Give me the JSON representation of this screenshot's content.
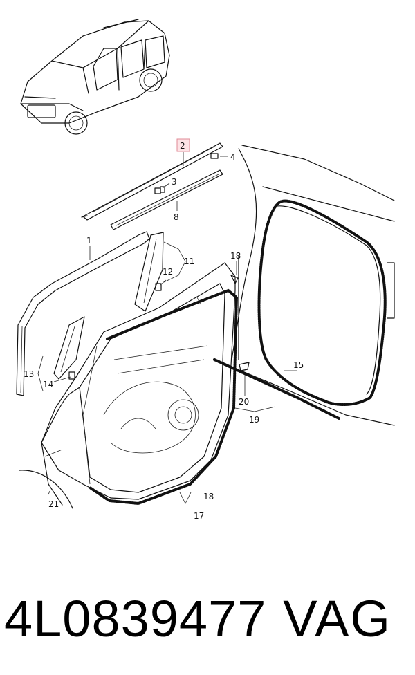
{
  "diagram": {
    "callouts": {
      "c1": "1",
      "c2": "2",
      "c3": "3",
      "c4": "4",
      "c8": "8",
      "c11": "11",
      "c12": "12",
      "c13": "13",
      "c14": "14",
      "c15": "15",
      "c17": "17",
      "c18a": "18",
      "c18b": "18",
      "c19": "19",
      "c20": "20",
      "c21": "21"
    },
    "highlighted_callout": "2",
    "highlight_color": "#fde3e6"
  },
  "footer": {
    "part_number": "4L0839477",
    "brand": "VAG"
  }
}
